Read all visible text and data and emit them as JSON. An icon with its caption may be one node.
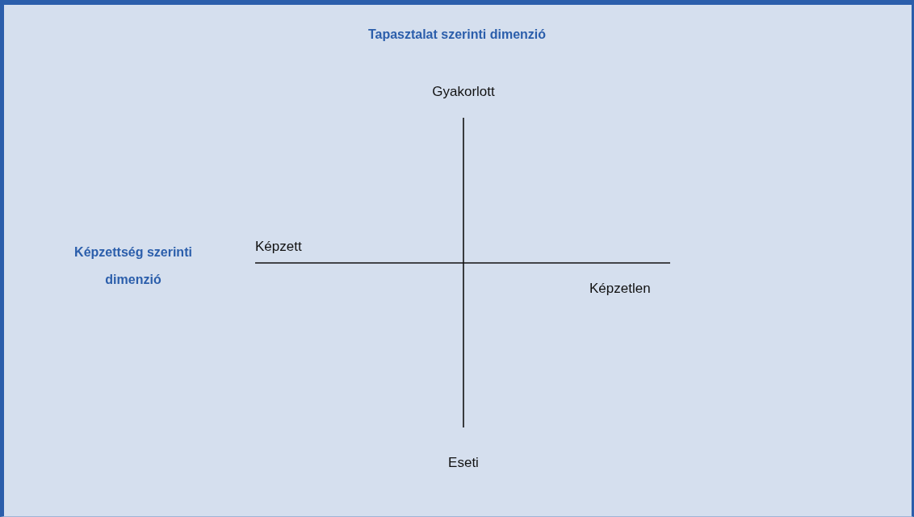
{
  "diagram": {
    "title": "Tapasztalat szerinti dimenzió",
    "labels": [
      "Gyakorlott",
      "Képzettség szerinti dimenzió",
      "Képzett",
      "Képzetlen",
      "Eseti"
    ]
  }
}
